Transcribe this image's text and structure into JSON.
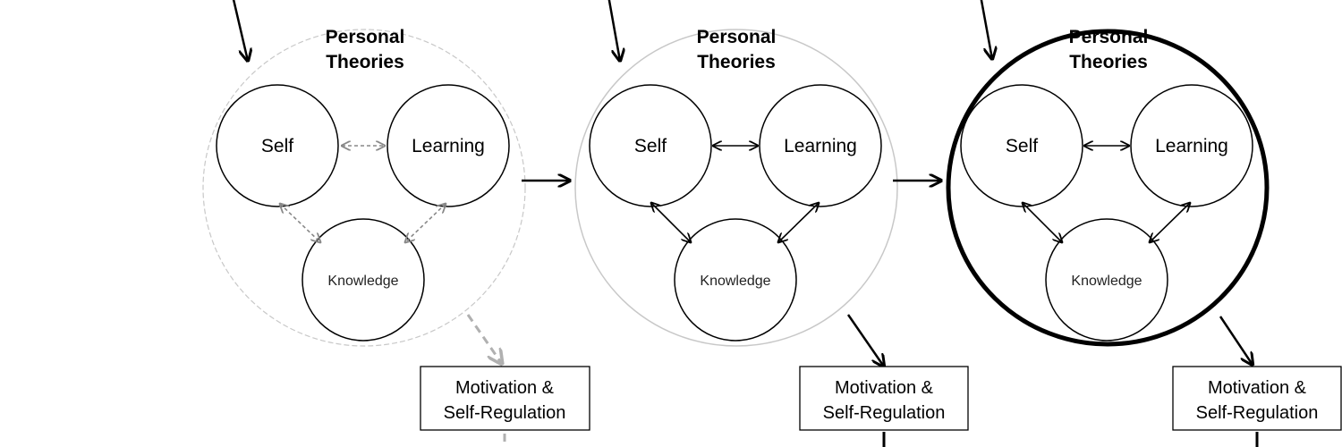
{
  "diagram": {
    "panels": [
      {
        "title_line1": "Personal",
        "title_line2": "Theories",
        "node_self": "Self",
        "node_learning": "Learning",
        "node_knowledge": "Knowledge",
        "box_line1": "Motivation &",
        "box_line2": "Self-Regulation",
        "outer_style": "dashed-light",
        "connector_style": "dashed-gray"
      },
      {
        "title_line1": "Personal",
        "title_line2": "Theories",
        "node_self": "Self",
        "node_learning": "Learning",
        "node_knowledge": "Knowledge",
        "box_line1": "Motivation &",
        "box_line2": "Self-Regulation",
        "outer_style": "solid-light",
        "connector_style": "solid-black"
      },
      {
        "title_line1": "Personal",
        "title_line2": "Theories",
        "node_self": "Self",
        "node_learning": "Learning",
        "node_knowledge": "Knowledge",
        "box_line1": "Motivation &",
        "box_line2": "Self-Regulation",
        "outer_style": "bold-black",
        "connector_style": "solid-black"
      }
    ],
    "colors": {
      "ink": "#000000",
      "gray_arrow": "#888888",
      "light_gray_arrow": "#b0b0b0",
      "light_outline": "#c8c8c8"
    }
  }
}
